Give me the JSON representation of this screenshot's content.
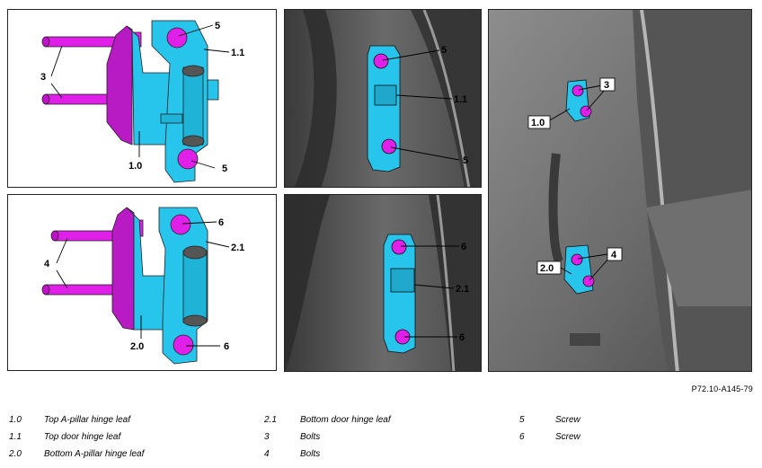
{
  "figure_ref": "P72.10-A145-79",
  "callouts": {
    "p1": {
      "a": "5",
      "b": "1.1",
      "c": "3",
      "d": "1.0",
      "e": "5"
    },
    "p2": {
      "a": "5",
      "b": "1.1",
      "c": "5"
    },
    "p3": {
      "a": "3",
      "b": "1.0",
      "c": "2.0",
      "d": "4"
    },
    "p4": {
      "a": "6",
      "b": "2.1",
      "c": "4",
      "d": "2.0",
      "e": "6"
    },
    "p5": {
      "a": "6",
      "b": "2.1",
      "c": "6"
    }
  },
  "legend": [
    {
      "num": "1.0",
      "text": "Top A-pillar hinge leaf"
    },
    {
      "num": "1.1",
      "text": "Top door hinge leaf"
    },
    {
      "num": "2.0",
      "text": "Bottom A-pillar hinge leaf"
    },
    {
      "num": "2.1",
      "text": "Bottom door hinge leaf"
    },
    {
      "num": "3",
      "text": "Bolts"
    },
    {
      "num": "4",
      "text": "Bolts"
    },
    {
      "num": "5",
      "text": "Screw"
    },
    {
      "num": "6",
      "text": "Screw"
    }
  ],
  "colors": {
    "hinge": "#27c4ec",
    "bolt": "#e01fe8",
    "frame": "#4a4a4a"
  }
}
